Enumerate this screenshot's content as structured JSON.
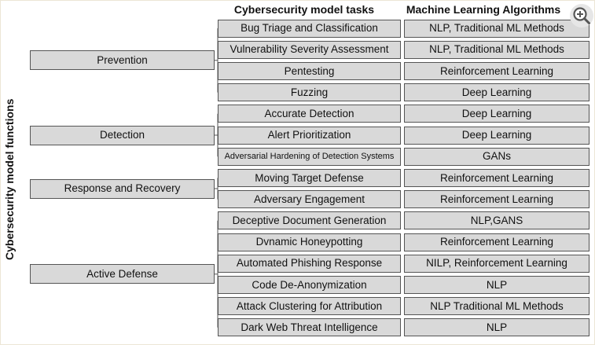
{
  "headers": {
    "tasks": "Cybersecurity model tasks",
    "algorithms": "Machine Learning Algorithms",
    "functions": "Cybersecurity model functions"
  },
  "functions": [
    {
      "label": "Prevention",
      "rows": [
        0,
        3
      ]
    },
    {
      "label": "Detection",
      "rows": [
        4,
        6
      ]
    },
    {
      "label": "Response and Recovery",
      "rows": [
        7,
        8
      ]
    },
    {
      "label": "Active Defense",
      "rows": [
        9,
        14
      ]
    }
  ],
  "tasks": [
    {
      "task": "Bug Triage and Classification",
      "algorithm": "NLP, Traditional ML Methods"
    },
    {
      "task": "Vulnerability Severity Assessment",
      "algorithm": "NLP, Traditional ML Methods"
    },
    {
      "task": "Pentesting",
      "algorithm": "Reinforcement Learning"
    },
    {
      "task": "Fuzzing",
      "algorithm": "Deep Learning"
    },
    {
      "task": "Accurate Detection",
      "algorithm": "Deep Learning"
    },
    {
      "task": "Alert Prioritization",
      "algorithm": "Deep Learning"
    },
    {
      "task": "Adversarial Hardening of Detection Systems",
      "algorithm": "GANs"
    },
    {
      "task": "Moving Target Defense",
      "algorithm": "Reinforcement Learning"
    },
    {
      "task": "Adversary Engagement",
      "algorithm": "Reinforcement Learning"
    },
    {
      "task": "Deceptive Document Generation",
      "algorithm": "NLP,GANS"
    },
    {
      "task": "Dvnamic Honeypotting",
      "algorithm": "Reinforcement Learning"
    },
    {
      "task": "Automated Phishing Response",
      "algorithm": "NILP, Reinforcement Learning"
    },
    {
      "task": "Code De-Anonymization",
      "algorithm": "NLP"
    },
    {
      "task": "Attack Clustering for Attribution",
      "algorithm": "NLP Traditional ML Methods"
    },
    {
      "task": "Dark Web Threat Intelligence",
      "algorithm": "NLP"
    }
  ],
  "zoom_icon": "zoom-in-icon"
}
